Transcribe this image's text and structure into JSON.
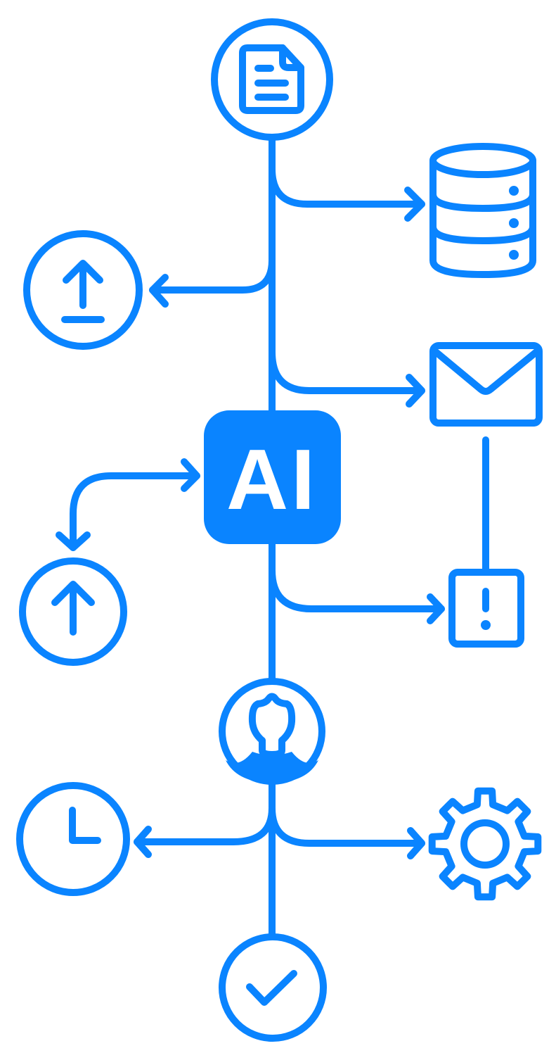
{
  "diagram": {
    "accent_color": "#0A84FF",
    "background_color": "#FFFFFF",
    "central_node": {
      "label": "AI",
      "icon": "ai-chip-icon"
    },
    "nodes": [
      {
        "id": "document",
        "icon": "document-icon"
      },
      {
        "id": "database",
        "icon": "database-icon"
      },
      {
        "id": "upload-top",
        "icon": "upload-icon"
      },
      {
        "id": "email",
        "icon": "mail-icon"
      },
      {
        "id": "upload-left",
        "icon": "arrow-up-circle-icon"
      },
      {
        "id": "alert",
        "icon": "alert-icon"
      },
      {
        "id": "user",
        "icon": "user-icon"
      },
      {
        "id": "clock",
        "icon": "clock-icon"
      },
      {
        "id": "settings",
        "icon": "gear-icon"
      },
      {
        "id": "check",
        "icon": "check-circle-icon"
      }
    ],
    "edges": [
      {
        "from": "document",
        "to": "database"
      },
      {
        "from": "document",
        "to": "upload-top"
      },
      {
        "from": "document",
        "to": "email"
      },
      {
        "from": "upload-left",
        "to": "ai"
      },
      {
        "from": "ai",
        "to": "upload-left"
      },
      {
        "from": "ai",
        "to": "alert"
      },
      {
        "from": "email",
        "to": "alert"
      },
      {
        "from": "ai",
        "to": "user"
      },
      {
        "from": "user",
        "to": "clock"
      },
      {
        "from": "user",
        "to": "settings"
      },
      {
        "from": "user",
        "to": "check"
      }
    ]
  }
}
